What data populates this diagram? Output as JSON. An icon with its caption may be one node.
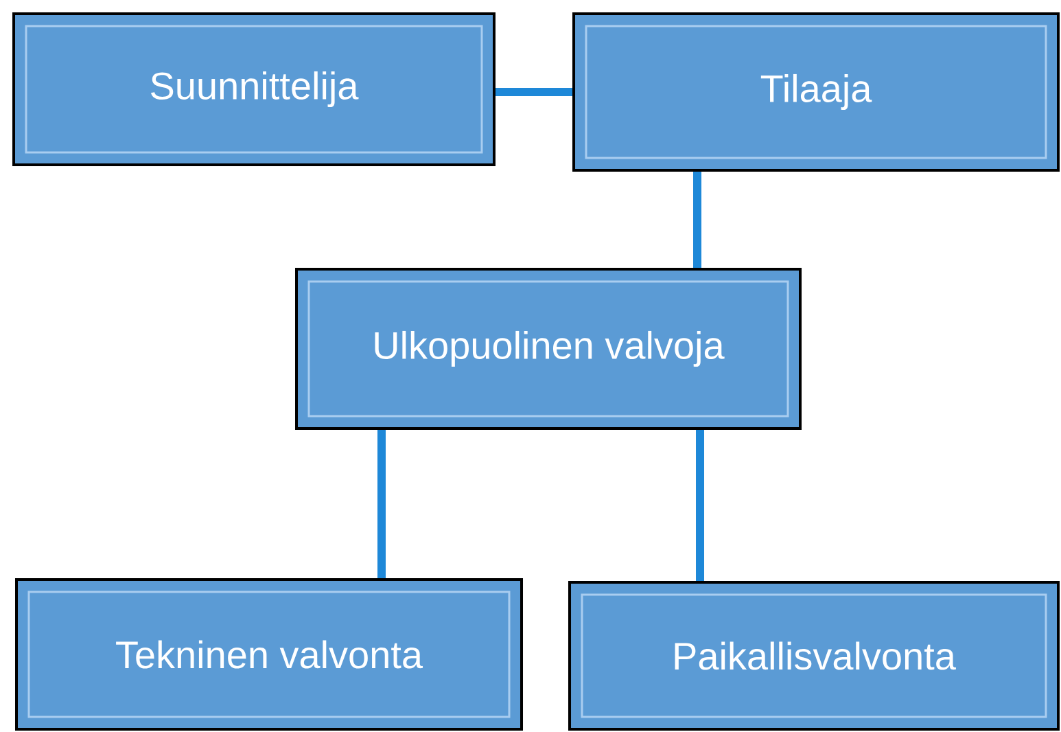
{
  "diagram": {
    "nodes": [
      {
        "text": [
          "Suunnittelija"
        ]
      },
      {
        "text": [
          "Tilaaja"
        ]
      },
      {
        "text": [
          "Ulkopuolinen valvoja"
        ]
      },
      {
        "text": [
          "Tekninen valvonta"
        ]
      },
      {
        "text": [
          "Paikallisvalvonta"
        ]
      }
    ],
    "edges": [
      {
        "from": 0,
        "to": 1,
        "arrow": "none"
      },
      {
        "from": 1,
        "to": 2,
        "arrow": "none"
      },
      {
        "from": 2,
        "to": 3,
        "arrow": "none"
      },
      {
        "from": 2,
        "to": 4,
        "arrow": "none"
      }
    ]
  }
}
